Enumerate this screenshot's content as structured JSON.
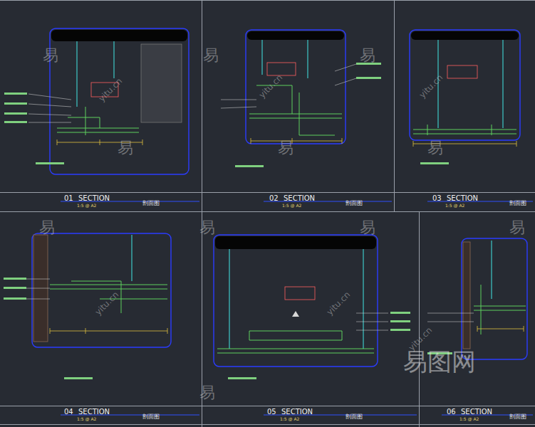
{
  "diagram": {
    "labels": [
      "01",
      "SECTION",
      "1:5 @ A2",
      "剖面图",
      "02",
      "SECTION",
      "1:5 @ A2",
      "剖面图",
      "03",
      "SECTION",
      "1:5 @ A2",
      "剖面图",
      "04",
      "SECTION",
      "1:5 @ A2",
      "剖面图",
      "05",
      "SECTION",
      "1:5 @ A2",
      "剖面图",
      "06",
      "SECTION",
      "1:5 @ A2",
      "剖面图",
      "易",
      "易",
      "易",
      "易",
      "易",
      "易",
      "易",
      "易",
      "易",
      "易",
      "易",
      "yitu.cn",
      "yitu.cn",
      "yitu.cn",
      "yitu.cn",
      "yitu.cn",
      "yitu.cn",
      "易图网"
    ]
  }
}
